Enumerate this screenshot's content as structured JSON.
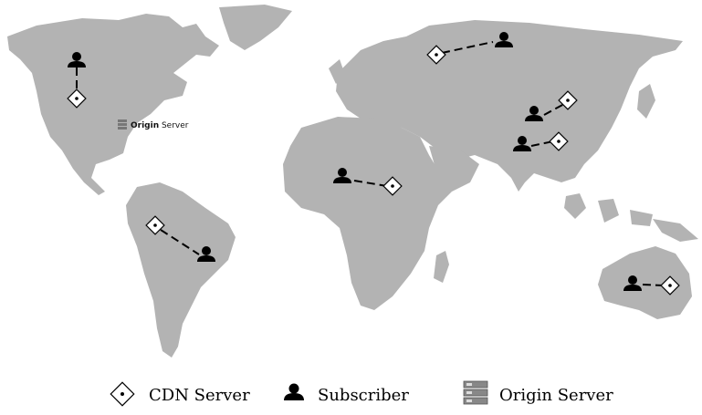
{
  "map_labels": {
    "origin_bold": "Origin",
    "origin_rest": " Server"
  },
  "legend": {
    "cdn_label": "CDN Server",
    "subscriber_label": "Subscriber",
    "origin_label": "Origin Server"
  },
  "colors": {
    "land": "#b3b3b3",
    "marker": "#000000",
    "cdn_fill": "#ffffff"
  },
  "icons": {
    "cdn": "diamond-icon",
    "subscriber": "person-icon",
    "origin": "server-rack-icon"
  }
}
